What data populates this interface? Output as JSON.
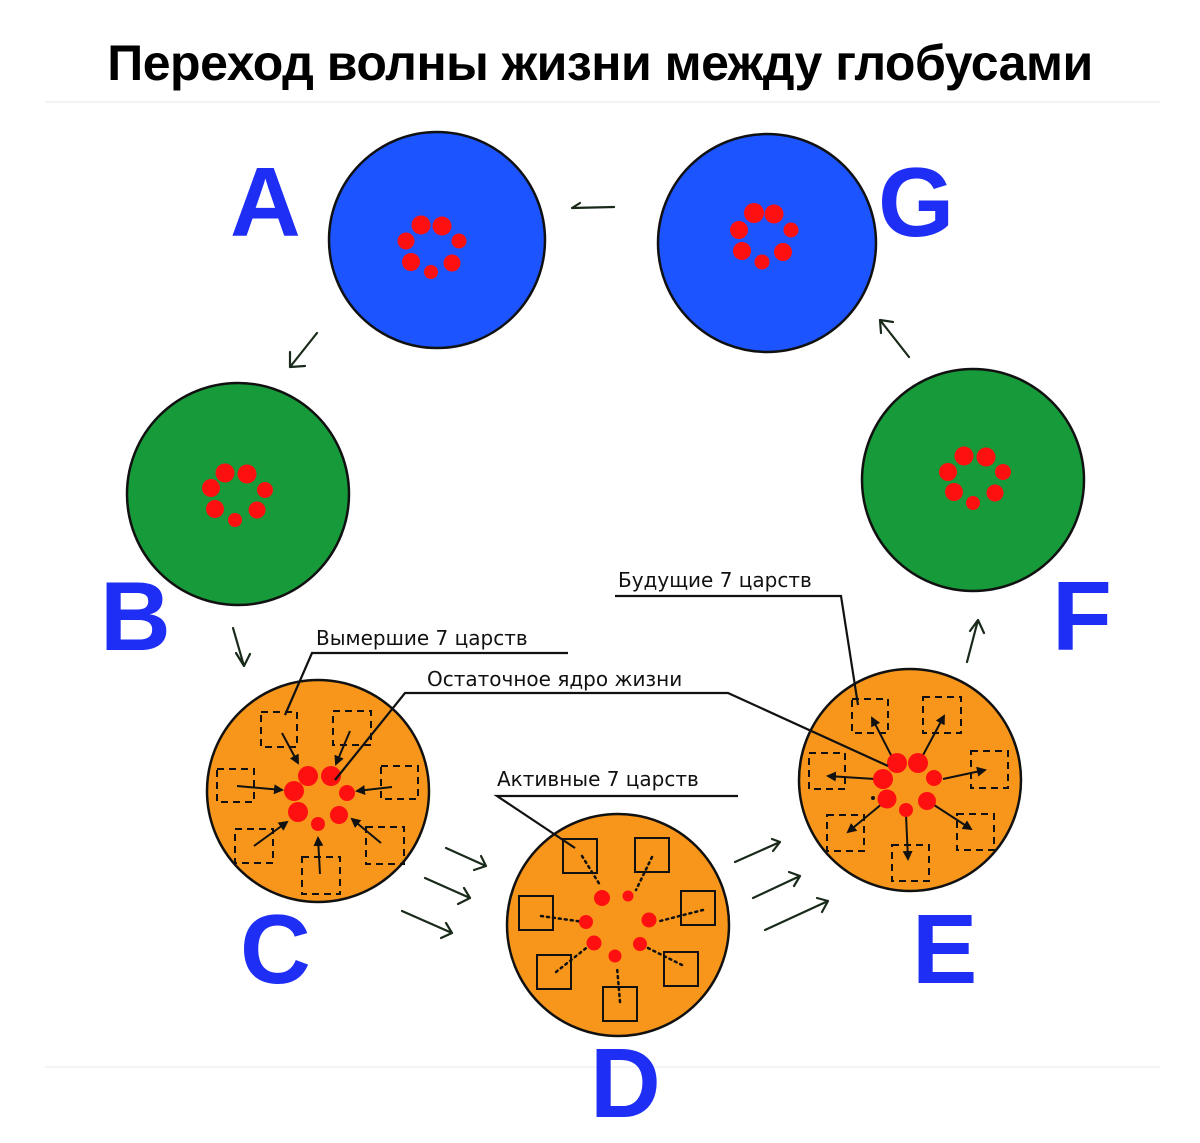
{
  "title": "Переход волны жизни между глобусами",
  "globes": [
    {
      "id": "A",
      "label": "A",
      "color": "#1c54ff",
      "state": "planetary-blue"
    },
    {
      "id": "B",
      "label": "B",
      "color": "#169a3a",
      "state": "planetary-green"
    },
    {
      "id": "C",
      "label": "C",
      "color": "#f7961b",
      "state": "orange-extinct-kingdoms"
    },
    {
      "id": "D",
      "label": "D",
      "color": "#f7961b",
      "state": "orange-active-kingdoms"
    },
    {
      "id": "E",
      "label": "E",
      "color": "#f7961b",
      "state": "orange-future-kingdoms"
    },
    {
      "id": "F",
      "label": "F",
      "color": "#169a3a",
      "state": "planetary-green"
    },
    {
      "id": "G",
      "label": "G",
      "color": "#1c54ff",
      "state": "planetary-blue"
    }
  ],
  "annotations": {
    "extinct": "Вымершие 7 царств",
    "remnant_core": "Остаточное ядро жизни",
    "active": "Активные 7 царств",
    "future": "Будущие 7 царств"
  },
  "flow": [
    "G",
    "A",
    "B",
    "C",
    "D",
    "E",
    "F",
    "G"
  ],
  "colors": {
    "label_blue": "#1f2ef5",
    "core_red": "#ff1010",
    "outline": "#111111"
  }
}
